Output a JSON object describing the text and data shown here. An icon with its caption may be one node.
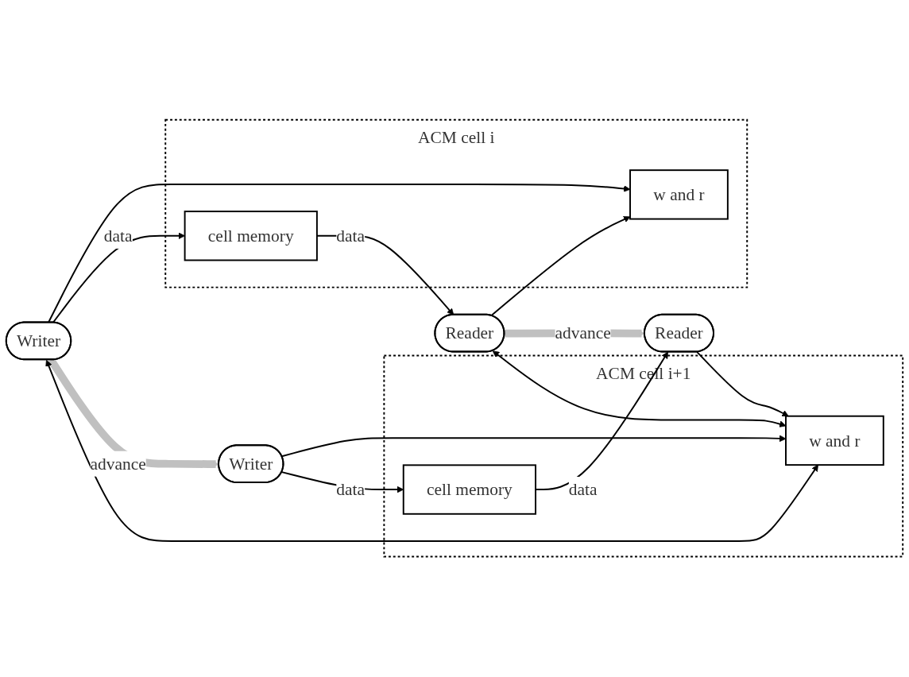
{
  "diagram": {
    "nodes": [
      {
        "text": [
          "Writer"
        ]
      },
      {
        "text": [
          "ACM cell i"
        ]
      },
      {
        "text": [
          "w and r"
        ],
        "in": 1
      },
      {
        "text": [
          "cell memory"
        ],
        "in": 1
      },
      {
        "text": [
          "Reader"
        ]
      },
      {
        "text": [
          "Writer"
        ]
      },
      {
        "text": [
          "ACM cell i+1"
        ]
      },
      {
        "text": [
          "w and r"
        ],
        "in": 6
      },
      {
        "text": [
          "cell memory"
        ],
        "in": 6
      },
      {
        "text": [
          "Reader"
        ]
      }
    ],
    "edges": [
      {
        "from": 0,
        "to": 2,
        "arrow": "to"
      },
      {
        "from": 4,
        "to": 2,
        "arrow": "to"
      },
      {
        "from": 0,
        "to": 3,
        "arrow": "to",
        "label": "data"
      },
      {
        "from": 3,
        "to": 4,
        "arrow": "to",
        "label": "data"
      },
      {
        "from": 0,
        "to": 5,
        "arrow": "to",
        "label": "advance",
        "style": "thick",
        "color": "#c0c0c0"
      },
      {
        "from": 4,
        "to": 9,
        "arrow": "to",
        "label": "advance",
        "style": "thick",
        "color": "#c0c0c0"
      },
      {
        "from": 0,
        "to": 7,
        "arrow": "both"
      },
      {
        "from": 4,
        "to": 7,
        "arrow": "both"
      },
      {
        "from": 5,
        "to": 7,
        "arrow": "to"
      },
      {
        "from": 9,
        "to": 7,
        "arrow": "to"
      },
      {
        "from": 5,
        "to": 8,
        "arrow": "to",
        "label": "data"
      },
      {
        "from": 8,
        "to": 9,
        "arrow": "to",
        "label": "data"
      }
    ]
  }
}
